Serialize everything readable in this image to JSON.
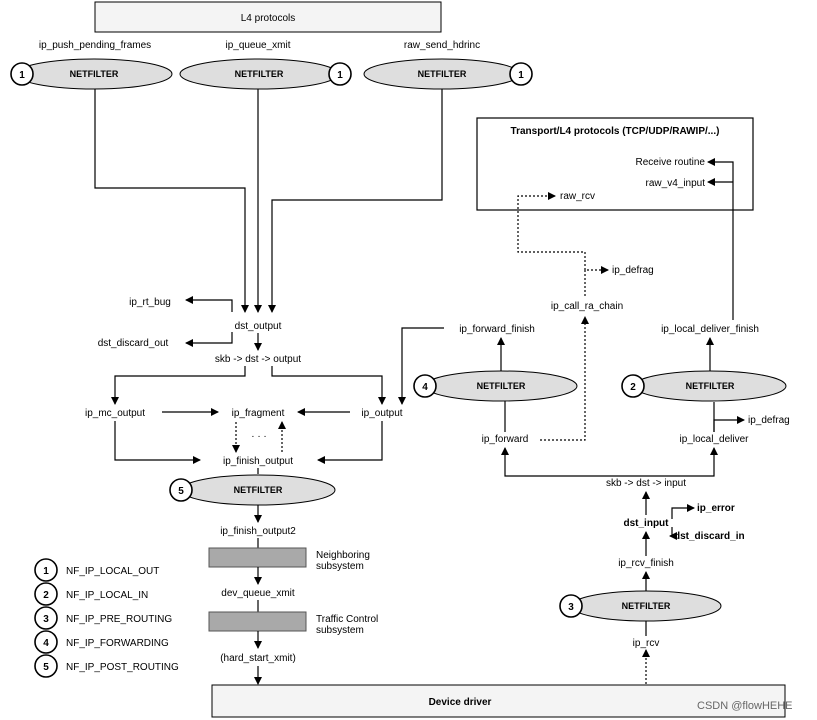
{
  "title_box": "L4 protocols",
  "top_labels": {
    "push": "ip_push_pending_frames",
    "queue": "ip_queue_xmit",
    "raw_send": "raw_send_hdrinc"
  },
  "netfilter": "NETFILTER",
  "hooks": {
    "h1": "1",
    "h2": "2",
    "h3": "3",
    "h4": "4",
    "h5": "5"
  },
  "transport_box": {
    "title": "Transport/L4 protocols (TCP/UDP/RAWIP/...)",
    "receive": "Receive routine",
    "raw_input": "raw_v4_input",
    "raw_rcv": "raw_rcv"
  },
  "tx": {
    "rt_bug": "ip_rt_bug",
    "dst_output": "dst_output",
    "discard_out": "dst_discard_out",
    "skb_output": "skb -> dst -> output",
    "mc_output": "ip_mc_output",
    "fragment": "ip_fragment",
    "frag_dots": "· · ·",
    "output": "ip_output",
    "finish_output": "ip_finish_output",
    "finish_output2": "ip_finish_output2",
    "neighboring": [
      "Neighboring",
      "subsystem"
    ],
    "dev_queue": "dev_queue_xmit",
    "traffic_control": [
      "Traffic Control",
      "subsystem"
    ],
    "hard_start": "(hard_start_xmit)"
  },
  "rx": {
    "defrag_top": "ip_defrag",
    "call_ra": "ip_call_ra_chain",
    "forward_finish": "ip_forward_finish",
    "local_deliver_finish": "ip_local_deliver_finish",
    "forward": "ip_forward",
    "local_deliver": "ip_local_deliver",
    "defrag": "ip_defrag",
    "skb_input": "skb -> dst -> input",
    "error": "ip_error",
    "dst_input": "dst_input",
    "discard_in": "dst_discard_in",
    "rcv_finish": "ip_rcv_finish",
    "rcv": "ip_rcv"
  },
  "legend": [
    {
      "num": "1",
      "label": "NF_IP_LOCAL_OUT"
    },
    {
      "num": "2",
      "label": "NF_IP_LOCAL_IN"
    },
    {
      "num": "3",
      "label": "NF_IP_PRE_ROUTING"
    },
    {
      "num": "4",
      "label": "NF_IP_FORWARDING"
    },
    {
      "num": "5",
      "label": "NF_IP_POST_ROUTING"
    }
  ],
  "device_driver": "Device driver",
  "watermark": "CSDN @flowHEHE"
}
